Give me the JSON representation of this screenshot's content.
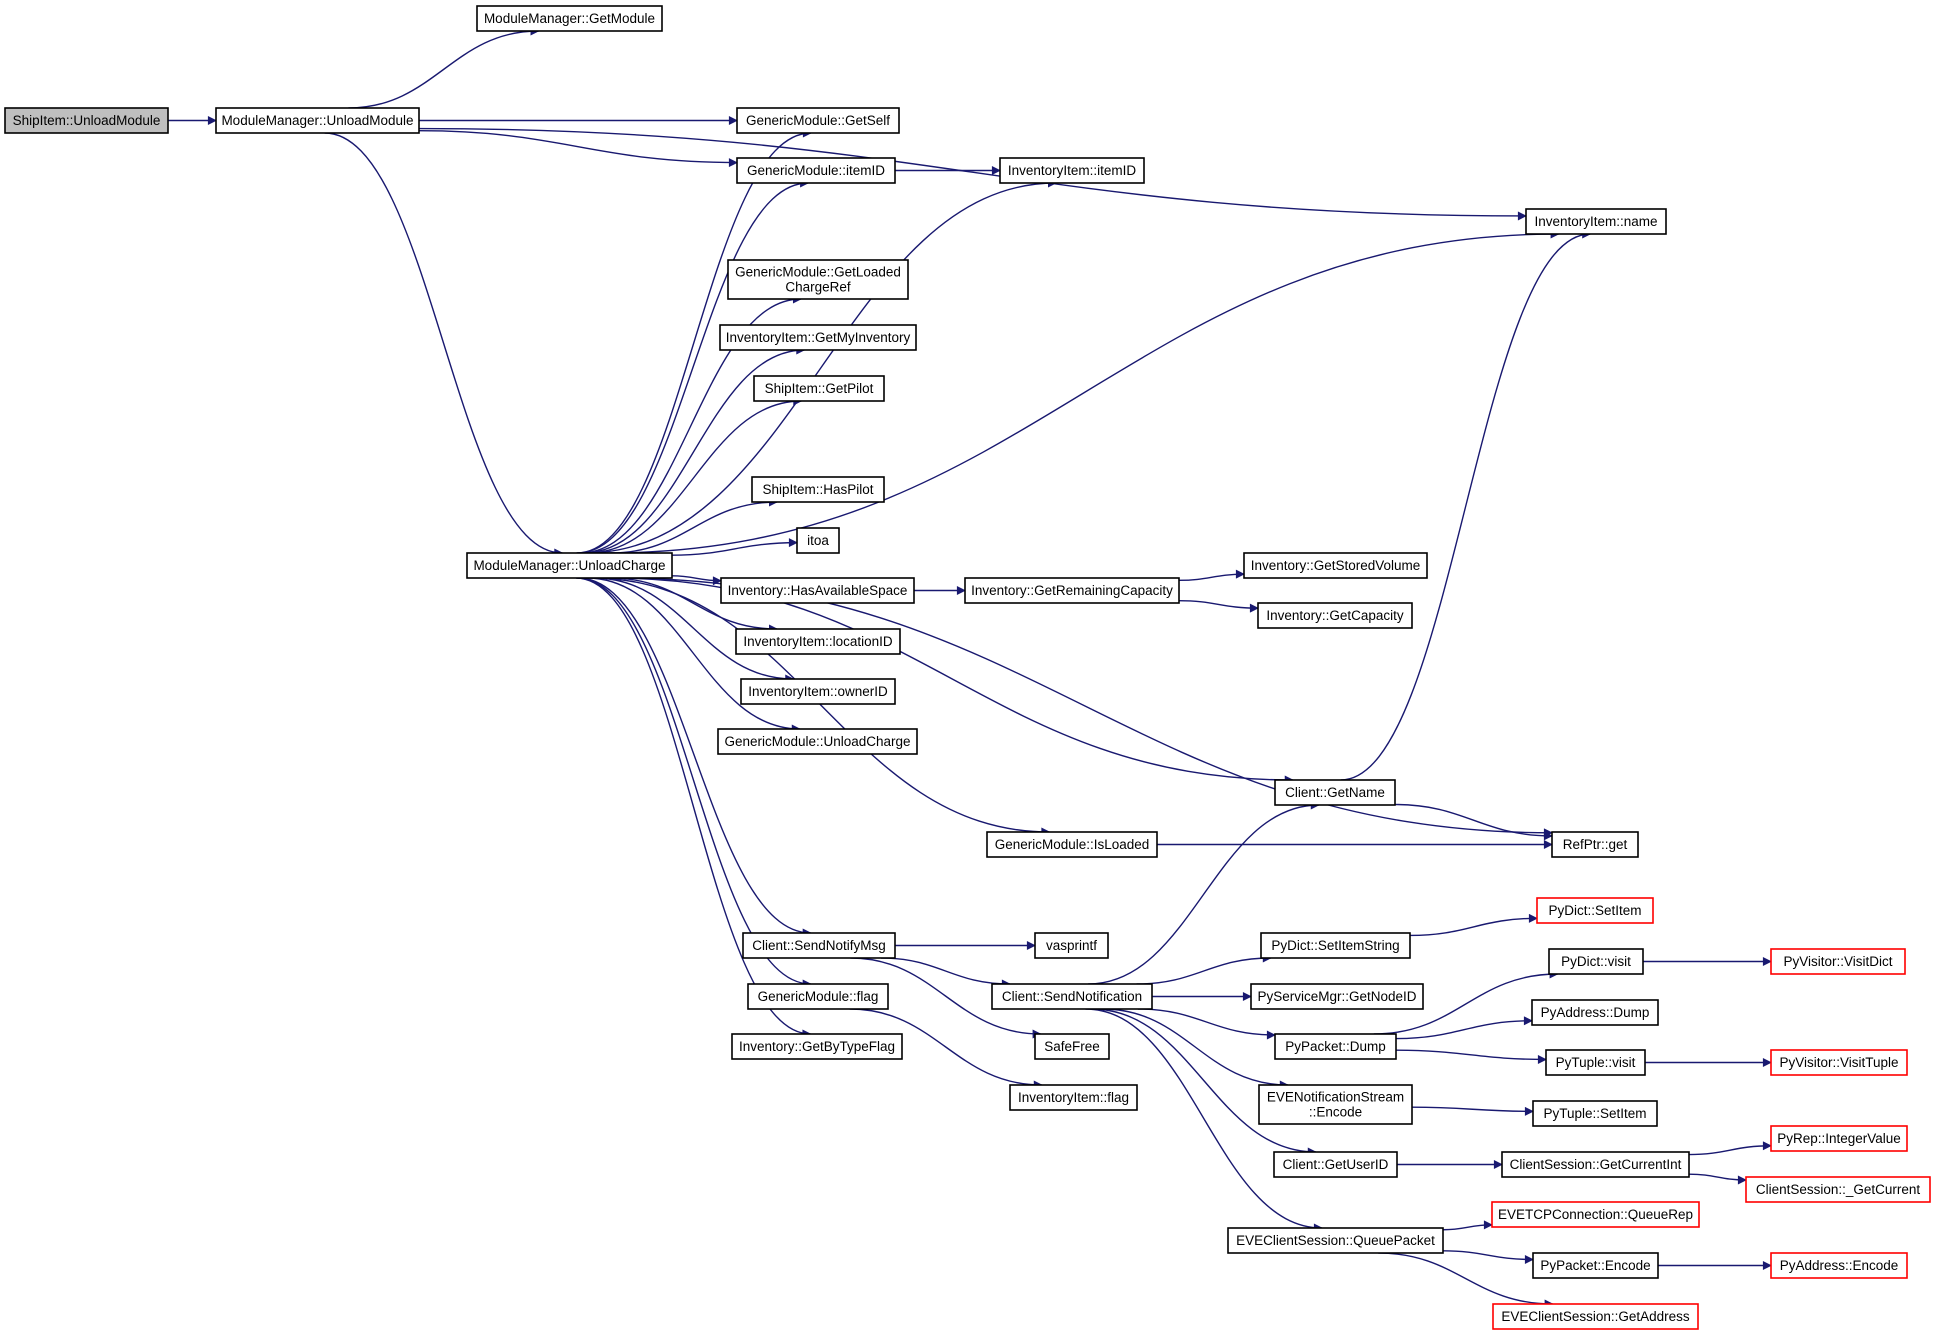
{
  "colors": {
    "edge": "#191970",
    "root_fill": "#bfbfbf",
    "external_border": "#ff0000",
    "node_border": "#000000"
  },
  "nodes": [
    {
      "id": "shipitem_unloadmodule",
      "lines": [
        "ShipItem::UnloadModule"
      ],
      "root": true
    },
    {
      "id": "modulemanager_getmodule",
      "lines": [
        "ModuleManager::GetModule"
      ]
    },
    {
      "id": "modulemanager_unloadmodule",
      "lines": [
        "ModuleManager::UnloadModule"
      ]
    },
    {
      "id": "genericmodule_getself",
      "lines": [
        "GenericModule::GetSelf"
      ]
    },
    {
      "id": "genericmodule_itemid",
      "lines": [
        "GenericModule::itemID"
      ]
    },
    {
      "id": "inventoryitem_itemid",
      "lines": [
        "InventoryItem::itemID"
      ]
    },
    {
      "id": "inventoryitem_name",
      "lines": [
        "InventoryItem::name"
      ]
    },
    {
      "id": "genericmodule_getloadedchargeref",
      "lines": [
        "GenericModule::GetLoaded",
        "ChargeRef"
      ]
    },
    {
      "id": "inventoryitem_getmyinventory",
      "lines": [
        "InventoryItem::GetMyInventory"
      ]
    },
    {
      "id": "shipitem_getpilot",
      "lines": [
        "ShipItem::GetPilot"
      ]
    },
    {
      "id": "shipitem_haspilot",
      "lines": [
        "ShipItem::HasPilot"
      ]
    },
    {
      "id": "itoa",
      "lines": [
        "itoa"
      ]
    },
    {
      "id": "modulemanager_unloadcharge",
      "lines": [
        "ModuleManager::UnloadCharge"
      ]
    },
    {
      "id": "inventory_hasavailablespace",
      "lines": [
        "Inventory::HasAvailableSpace"
      ]
    },
    {
      "id": "inventory_getremainingcapacity",
      "lines": [
        "Inventory::GetRemainingCapacity"
      ]
    },
    {
      "id": "inventory_getstoredvolume",
      "lines": [
        "Inventory::GetStoredVolume"
      ]
    },
    {
      "id": "inventory_getcapacity",
      "lines": [
        "Inventory::GetCapacity"
      ]
    },
    {
      "id": "inventoryitem_locationid",
      "lines": [
        "InventoryItem::locationID"
      ]
    },
    {
      "id": "inventoryitem_ownerid",
      "lines": [
        "InventoryItem::ownerID"
      ]
    },
    {
      "id": "genericmodule_unloadcharge",
      "lines": [
        "GenericModule::UnloadCharge"
      ]
    },
    {
      "id": "client_getname",
      "lines": [
        "Client::GetName"
      ]
    },
    {
      "id": "genericmodule_isloaded",
      "lines": [
        "GenericModule::IsLoaded"
      ]
    },
    {
      "id": "refptr_get",
      "lines": [
        "RefPtr::get"
      ]
    },
    {
      "id": "pydict_setitem",
      "lines": [
        "PyDict::SetItem"
      ],
      "external": true
    },
    {
      "id": "client_sendnotifymsg",
      "lines": [
        "Client::SendNotifyMsg"
      ]
    },
    {
      "id": "vasprintf",
      "lines": [
        "vasprintf"
      ]
    },
    {
      "id": "pydict_setitemstring",
      "lines": [
        "PyDict::SetItemString"
      ]
    },
    {
      "id": "pydict_visit",
      "lines": [
        "PyDict::visit"
      ]
    },
    {
      "id": "pyvisitor_visitdict",
      "lines": [
        "PyVisitor::VisitDict"
      ],
      "external": true
    },
    {
      "id": "genericmodule_flag",
      "lines": [
        "GenericModule::flag"
      ]
    },
    {
      "id": "client_sendnotification",
      "lines": [
        "Client::SendNotification"
      ]
    },
    {
      "id": "pyservicemgr_getnodeid",
      "lines": [
        "PyServiceMgr::GetNodeID"
      ]
    },
    {
      "id": "pyaddress_dump",
      "lines": [
        "PyAddress::Dump"
      ]
    },
    {
      "id": "inventory_getbytypeflag",
      "lines": [
        "Inventory::GetByTypeFlag"
      ]
    },
    {
      "id": "safefree",
      "lines": [
        "SafeFree"
      ]
    },
    {
      "id": "pypacket_dump",
      "lines": [
        "PyPacket::Dump"
      ]
    },
    {
      "id": "pytuple_visit",
      "lines": [
        "PyTuple::visit"
      ]
    },
    {
      "id": "pyvisitor_visittuple",
      "lines": [
        "PyVisitor::VisitTuple"
      ],
      "external": true
    },
    {
      "id": "inventoryitem_flag",
      "lines": [
        "InventoryItem::flag"
      ]
    },
    {
      "id": "evenotificationstream_encode",
      "lines": [
        "EVENotificationStream",
        "::Encode"
      ]
    },
    {
      "id": "pytuple_setitem",
      "lines": [
        "PyTuple::SetItem"
      ]
    },
    {
      "id": "pyrep_integervalue",
      "lines": [
        "PyRep::IntegerValue"
      ],
      "external": true
    },
    {
      "id": "client_getuserid",
      "lines": [
        "Client::GetUserID"
      ]
    },
    {
      "id": "clientsession_getcurrentint",
      "lines": [
        "ClientSession::GetCurrentInt"
      ]
    },
    {
      "id": "clientsession_getcurrent",
      "lines": [
        "ClientSession::_GetCurrent"
      ],
      "external": true
    },
    {
      "id": "evetcpconnection_queuerep",
      "lines": [
        "EVETCPConnection::QueueRep"
      ],
      "external": true
    },
    {
      "id": "eveclientsession_queuepacket",
      "lines": [
        "EVEClientSession::QueuePacket"
      ]
    },
    {
      "id": "pypacket_encode",
      "lines": [
        "PyPacket::Encode"
      ]
    },
    {
      "id": "pyaddress_encode",
      "lines": [
        "PyAddress::Encode"
      ],
      "external": true
    },
    {
      "id": "eveclientsession_getaddress",
      "lines": [
        "EVEClientSession::GetAddress"
      ],
      "external": true
    }
  ],
  "edges": [
    [
      "shipitem_unloadmodule",
      "modulemanager_unloadmodule"
    ],
    [
      "modulemanager_unloadmodule",
      "modulemanager_getmodule"
    ],
    [
      "modulemanager_unloadmodule",
      "inventoryitem_name"
    ],
    [
      "modulemanager_unloadmodule",
      "genericmodule_getself"
    ],
    [
      "modulemanager_unloadmodule",
      "genericmodule_itemid"
    ],
    [
      "modulemanager_unloadmodule",
      "modulemanager_unloadcharge"
    ],
    [
      "genericmodule_itemid",
      "inventoryitem_itemid"
    ],
    [
      "modulemanager_unloadcharge",
      "genericmodule_getself"
    ],
    [
      "modulemanager_unloadcharge",
      "genericmodule_itemid"
    ],
    [
      "modulemanager_unloadcharge",
      "inventoryitem_name"
    ],
    [
      "modulemanager_unloadcharge",
      "genericmodule_getloadedchargeref"
    ],
    [
      "modulemanager_unloadcharge",
      "inventoryitem_getmyinventory"
    ],
    [
      "modulemanager_unloadcharge",
      "shipitem_getpilot"
    ],
    [
      "modulemanager_unloadcharge",
      "inventoryitem_itemid"
    ],
    [
      "modulemanager_unloadcharge",
      "shipitem_haspilot"
    ],
    [
      "modulemanager_unloadcharge",
      "itoa"
    ],
    [
      "modulemanager_unloadcharge",
      "inventory_hasavailablespace"
    ],
    [
      "modulemanager_unloadcharge",
      "inventoryitem_locationid"
    ],
    [
      "modulemanager_unloadcharge",
      "inventoryitem_ownerid"
    ],
    [
      "modulemanager_unloadcharge",
      "genericmodule_unloadcharge"
    ],
    [
      "modulemanager_unloadcharge",
      "client_getname"
    ],
    [
      "modulemanager_unloadcharge",
      "genericmodule_isloaded"
    ],
    [
      "modulemanager_unloadcharge",
      "refptr_get"
    ],
    [
      "modulemanager_unloadcharge",
      "client_sendnotifymsg"
    ],
    [
      "modulemanager_unloadcharge",
      "genericmodule_flag"
    ],
    [
      "modulemanager_unloadcharge",
      "inventory_getbytypeflag"
    ],
    [
      "inventory_hasavailablespace",
      "inventory_getremainingcapacity"
    ],
    [
      "inventory_getremainingcapacity",
      "inventory_getstoredvolume"
    ],
    [
      "inventory_getremainingcapacity",
      "inventory_getcapacity"
    ],
    [
      "client_getname",
      "inventoryitem_name"
    ],
    [
      "client_getname",
      "refptr_get"
    ],
    [
      "genericmodule_isloaded",
      "refptr_get"
    ],
    [
      "client_sendnotifymsg",
      "vasprintf"
    ],
    [
      "client_sendnotifymsg",
      "client_sendnotification"
    ],
    [
      "client_sendnotifymsg",
      "safefree"
    ],
    [
      "genericmodule_flag",
      "inventoryitem_flag"
    ],
    [
      "client_sendnotification",
      "client_getname"
    ],
    [
      "client_sendnotification",
      "pydict_setitemstring"
    ],
    [
      "client_sendnotification",
      "pyservicemgr_getnodeid"
    ],
    [
      "client_sendnotification",
      "pypacket_dump"
    ],
    [
      "client_sendnotification",
      "evenotificationstream_encode"
    ],
    [
      "client_sendnotification",
      "client_getuserid"
    ],
    [
      "client_sendnotification",
      "eveclientsession_queuepacket"
    ],
    [
      "pydict_setitemstring",
      "pydict_setitem"
    ],
    [
      "pypacket_dump",
      "pydict_visit"
    ],
    [
      "pypacket_dump",
      "pyaddress_dump"
    ],
    [
      "pypacket_dump",
      "pytuple_visit"
    ],
    [
      "pydict_visit",
      "pyvisitor_visitdict"
    ],
    [
      "pytuple_visit",
      "pyvisitor_visittuple"
    ],
    [
      "evenotificationstream_encode",
      "pytuple_setitem"
    ],
    [
      "client_getuserid",
      "clientsession_getcurrentint"
    ],
    [
      "clientsession_getcurrentint",
      "pyrep_integervalue"
    ],
    [
      "clientsession_getcurrentint",
      "clientsession_getcurrent"
    ],
    [
      "eveclientsession_queuepacket",
      "evetcpconnection_queuerep"
    ],
    [
      "eveclientsession_queuepacket",
      "pypacket_encode"
    ],
    [
      "eveclientsession_queuepacket",
      "eveclientsession_getaddress"
    ],
    [
      "pypacket_encode",
      "pyaddress_encode"
    ]
  ]
}
